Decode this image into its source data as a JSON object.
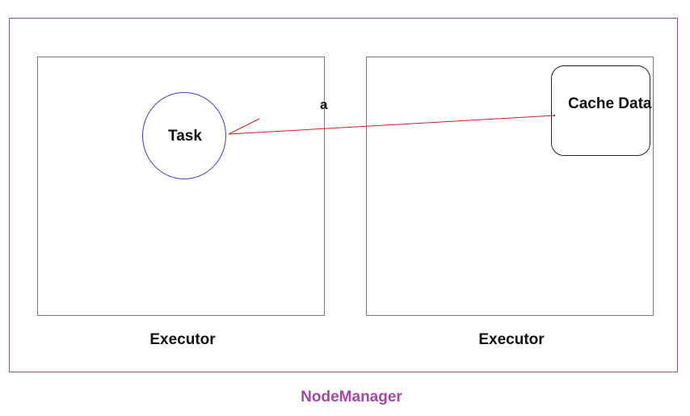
{
  "diagram": {
    "container_label": "NodeManager",
    "executors": [
      {
        "label": "Executor"
      },
      {
        "label": "Executor"
      }
    ],
    "task": {
      "label": "Task"
    },
    "cache": {
      "label": "Cache Data"
    },
    "stray_text": "a",
    "colors": {
      "node_manager": "#a24aa0",
      "executor_border": "#7a7a7a",
      "task_border": "#3b3bc4",
      "connector": "#cc2222",
      "cache_border": "#222222"
    }
  }
}
